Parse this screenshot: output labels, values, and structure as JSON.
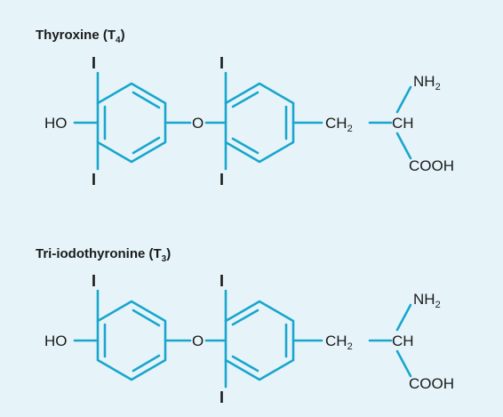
{
  "colors": {
    "background": "#e6f4fa",
    "bond": "#1aa6cc",
    "text": "#1a1a1a"
  },
  "structures": [
    {
      "title": {
        "name": "Thyroxine",
        "symbol": "T",
        "subscript": "4",
        "close": ")"
      },
      "substituents": {
        "outer_top": "I",
        "outer_bottom": "I",
        "inner_top": "I",
        "inner_bottom": "I"
      },
      "labels": {
        "ho": "HO",
        "oxygen": "O",
        "ch2": "CH",
        "ch2_sub": "2",
        "ch": "CH",
        "nh2": "NH",
        "nh2_sub": "2",
        "cooh": "COOH"
      }
    },
    {
      "title": {
        "name": "Tri-iodothyronine",
        "symbol": "T",
        "subscript": "3",
        "close": ")"
      },
      "substituents": {
        "outer_top": "I",
        "inner_top": "I",
        "inner_bottom": "I"
      },
      "labels": {
        "ho": "HO",
        "oxygen": "O",
        "ch2": "CH",
        "ch2_sub": "2",
        "ch": "CH",
        "nh2": "NH",
        "nh2_sub": "2",
        "cooh": "COOH"
      }
    }
  ]
}
